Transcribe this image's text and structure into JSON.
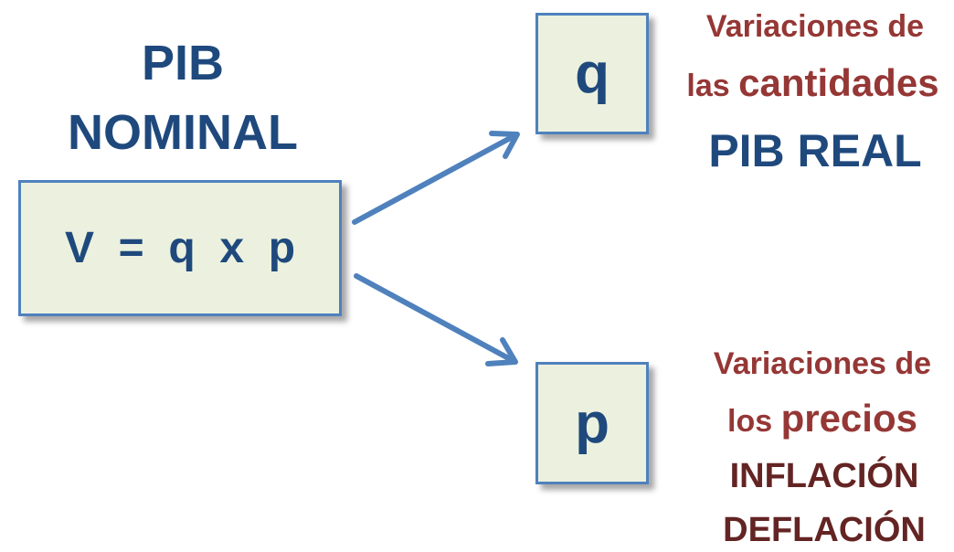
{
  "left": {
    "title_line1": "PIB",
    "title_line2": "NOMINAL",
    "equation": "V  =  q  x  p"
  },
  "top_right": {
    "box_label": "q",
    "line1": "Variaciones de",
    "line2_prefix": "las ",
    "line2_emphasis": "cantidades",
    "result": "PIB REAL"
  },
  "bottom_right": {
    "box_label": "p",
    "line1": "Variaciones de",
    "line2_prefix": "los ",
    "line2_emphasis": "precios",
    "result_line1": "INFLACIÓN",
    "result_line2": "DEFLACIÓN"
  },
  "colors": {
    "title": "#1f497d",
    "variation_text": "#953735",
    "inflation_text": "#632423",
    "box_fill": "#ebf1de",
    "box_border": "#4f81bd",
    "arrow": "#4f81bd"
  }
}
